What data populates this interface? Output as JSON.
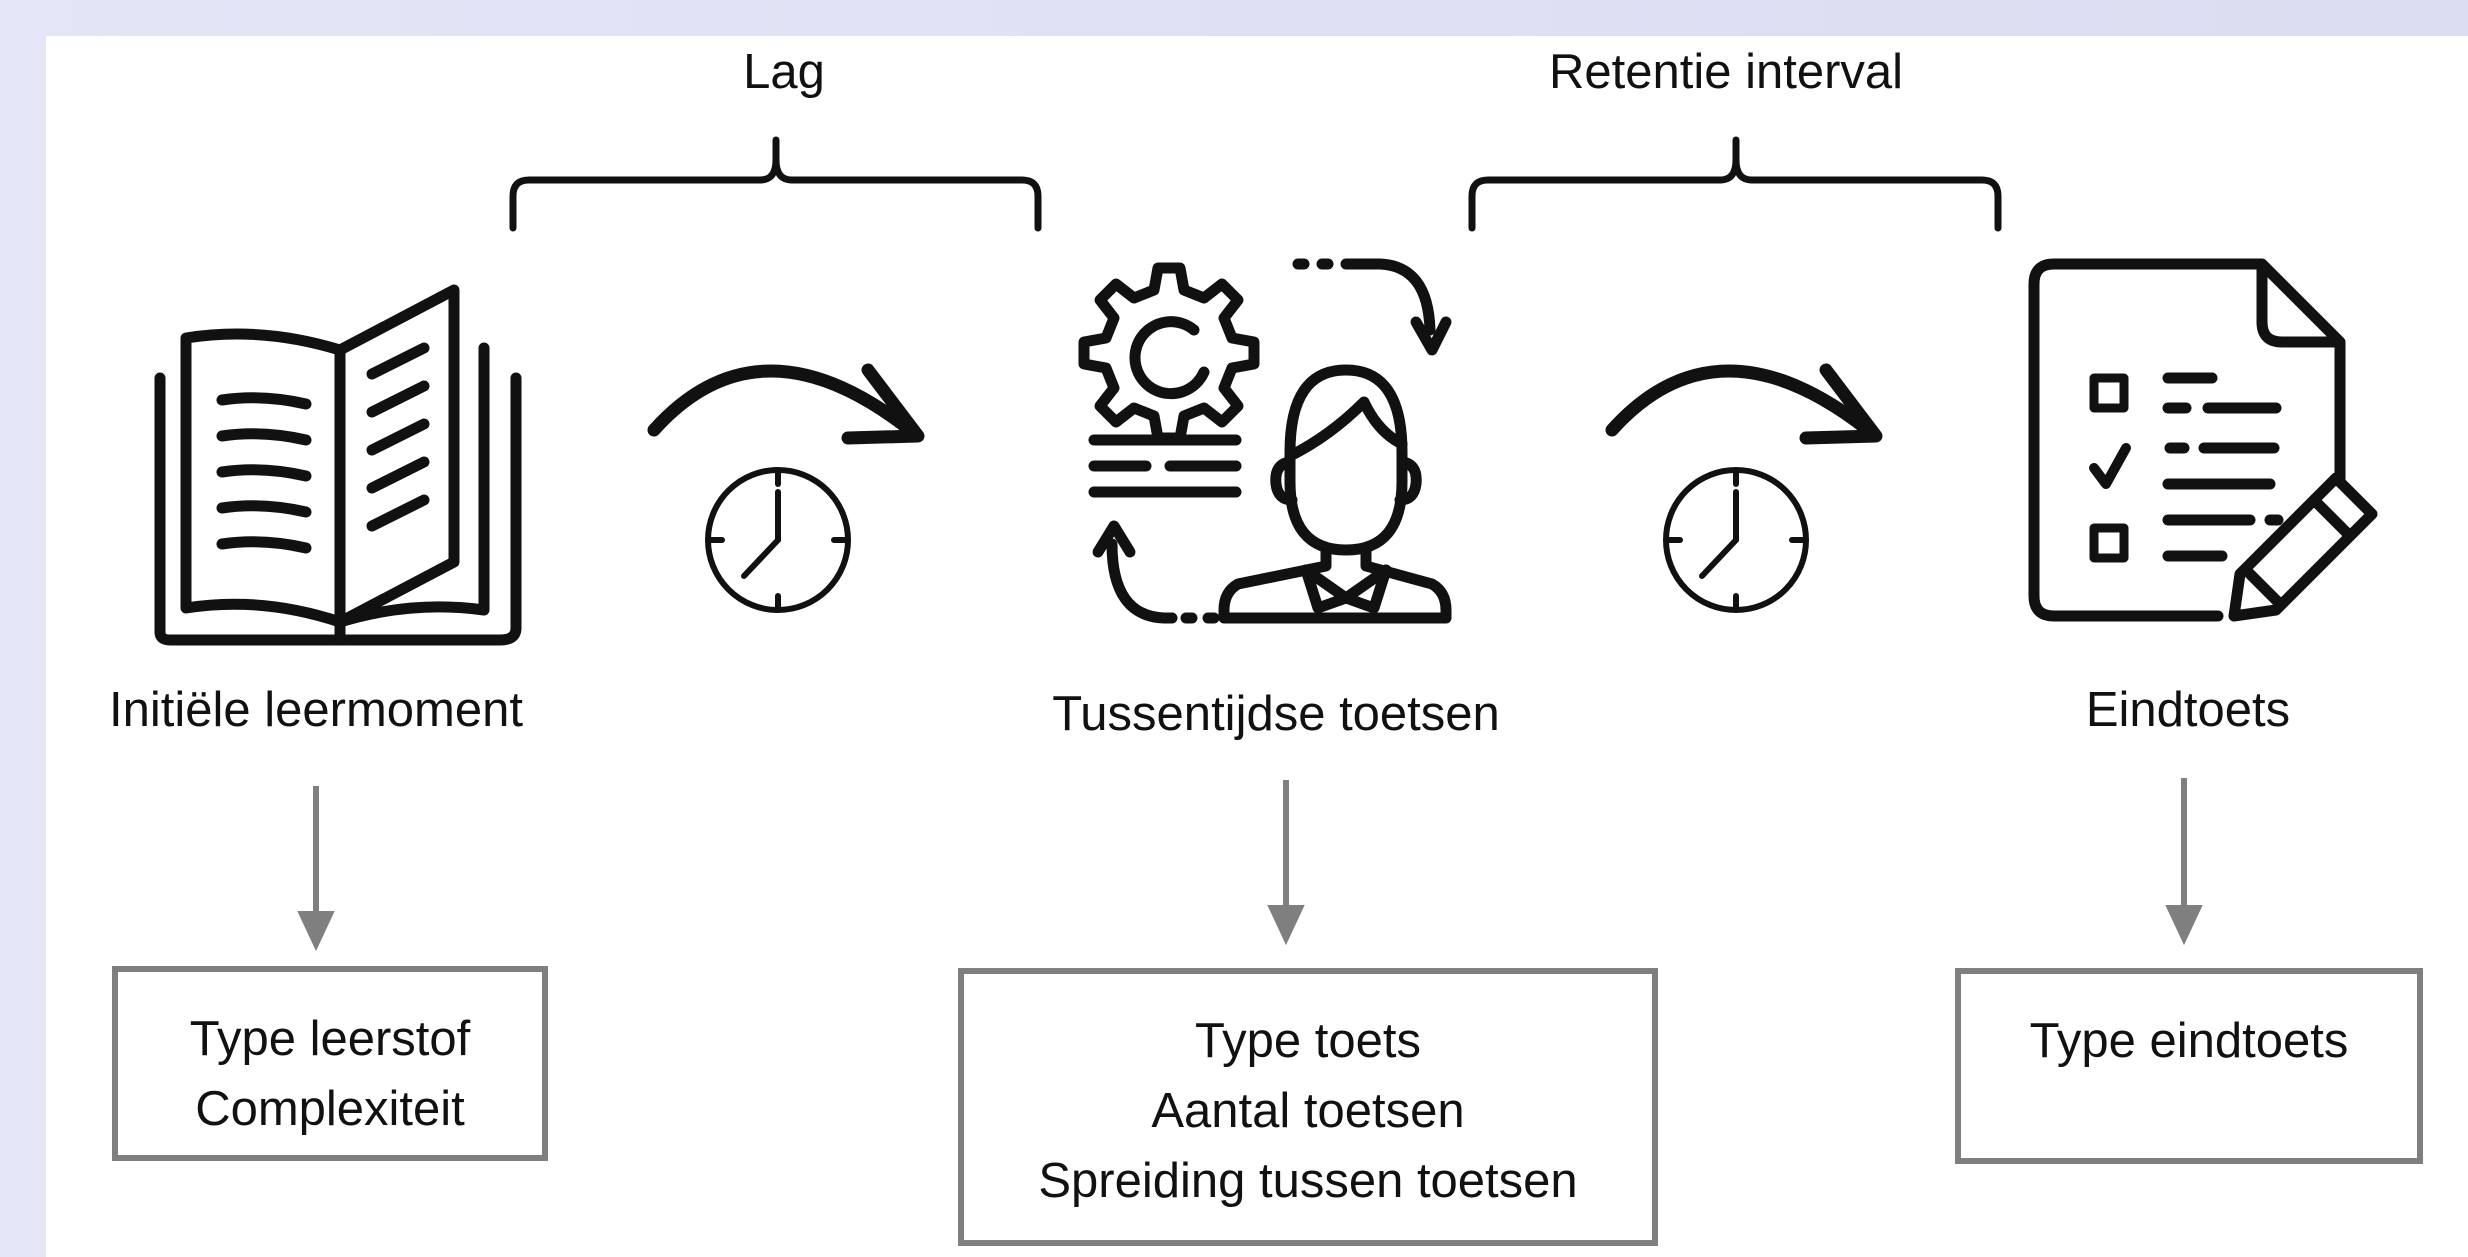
{
  "brackets": {
    "lag_label": "Lag",
    "retention_label": "Retentie interval"
  },
  "stages": {
    "initial": {
      "label": "Initiële leermoment",
      "icon": "open-book-icon",
      "factors": [
        "Type leerstof",
        "Complexiteit"
      ]
    },
    "interim": {
      "label": "Tussentijdse toetsen",
      "icon": "person-with-gear-cycle-icon",
      "factors": [
        "Type toets",
        "Aantal toetsen",
        "Spreiding tussen toetsen"
      ]
    },
    "final": {
      "label": "Eindtoets",
      "icon": "checklist-document-pencil-icon",
      "factors": [
        "Type eindtoets"
      ]
    }
  },
  "colors": {
    "icon": "#111111",
    "factor_border": "#7f7f7f",
    "factor_arrow": "#7f7f7f",
    "background": "#dcdcf2"
  }
}
